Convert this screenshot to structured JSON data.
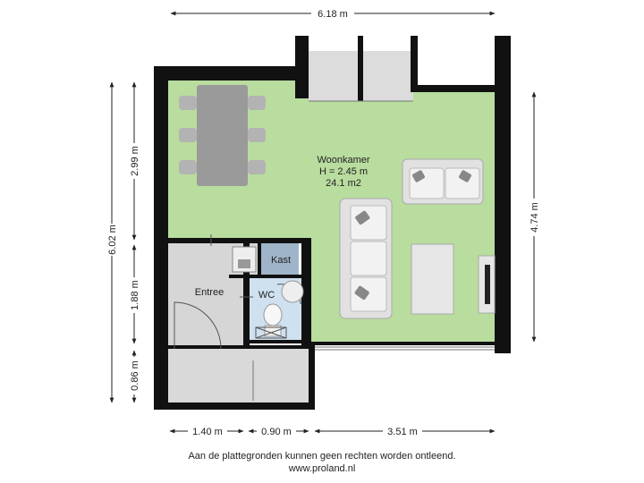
{
  "dimensions": {
    "top_width": "6.18 m",
    "left_total": "6.02 m",
    "left_upper": "2.99 m",
    "left_middle": "1.88 m",
    "left_lower": "0.86 m",
    "right_height": "4.74 m",
    "bottom_left": "1.40 m",
    "bottom_middle": "0.90 m",
    "bottom_right": "3.51 m"
  },
  "rooms": {
    "living": {
      "name": "Woonkamer",
      "height": "H = 2.45 m",
      "area": "24.1 m2"
    },
    "entree": {
      "name": "Entree"
    },
    "kast": {
      "name": "Kast"
    },
    "wc": {
      "name": "WC"
    }
  },
  "footer": {
    "disclaimer": "Aan de plattegronden kunnen geen rechten worden ontleend.",
    "website": "www.proland.nl"
  },
  "colors": {
    "living_floor": "#b9dc9f",
    "grey_floor": "#d6d6d6",
    "kast_floor": "#9fb4c8",
    "wall": "#111111"
  }
}
